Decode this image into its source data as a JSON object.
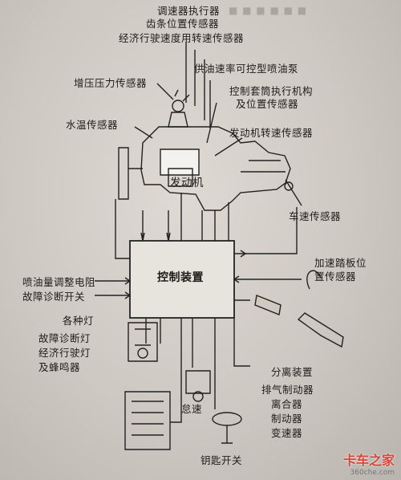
{
  "labels": {
    "governor_actuator": "调速器执行器",
    "rack_position_sensor": "齿条位置传感器",
    "economy_speed_sensor": "经济行驶速度用转速传感器",
    "fuel_pump": "供油速率可控型喷油泵",
    "boost_sensor": "增压压力传感器",
    "sleeve_actuator_1": "控制套筒执行机构",
    "sleeve_actuator_2": "及位置传感器",
    "water_temp_sensor": "水温传感器",
    "engine_speed_sensor": "发动机转速传感器",
    "engine": "发动机",
    "vehicle_speed_sensor": "车速传感器",
    "control_unit": "控制装置",
    "accel_pedal_1": "加速踏板位",
    "accel_pedal_2": "置传感器",
    "resistor": "喷油量调整电阻",
    "diag_switch": "故障诊断开关",
    "lamps_title": "各种灯",
    "lamp_1": "故障诊断灯",
    "lamp_2": "经济行驶灯",
    "lamp_3": "及蜂鸣器",
    "clutch_device": "分离装置",
    "exhaust_brake": "排气制动器",
    "clutch": "离合器",
    "brake": "制动器",
    "transmission": "变速器",
    "idle": "怠速",
    "key_switch": "钥匙开关"
  },
  "watermark": {
    "brand": "卡车之家",
    "url": "360che.com"
  }
}
